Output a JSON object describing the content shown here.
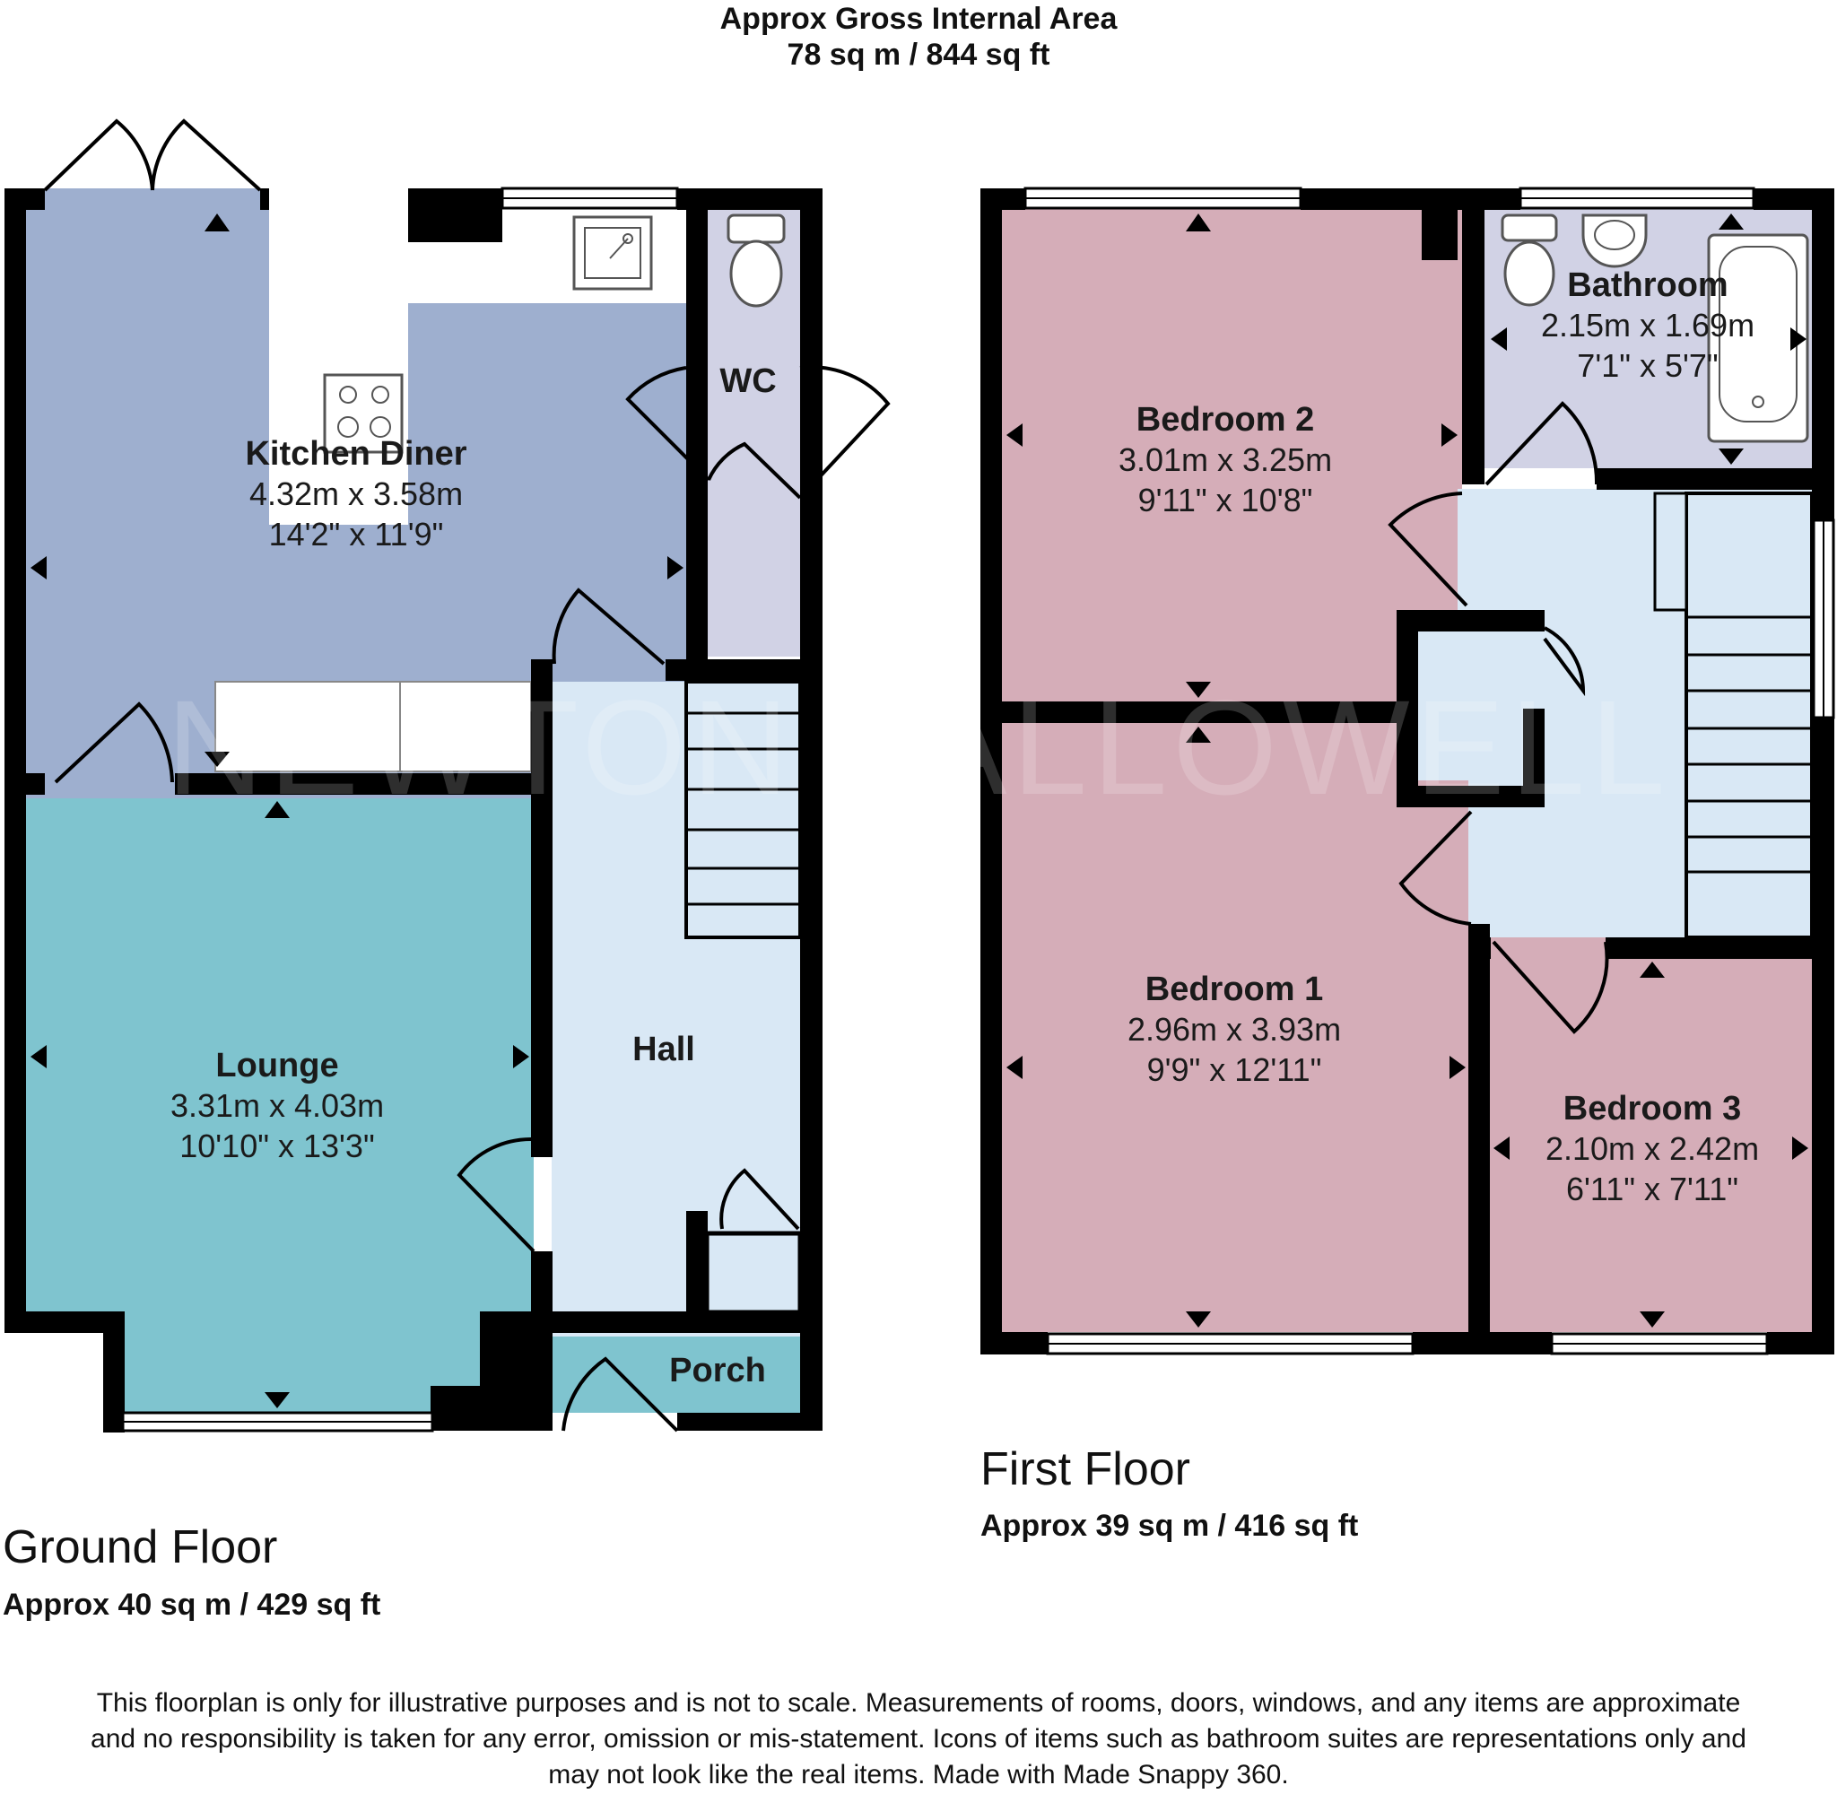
{
  "header": {
    "line1": "Approx Gross Internal Area",
    "line2": "78 sq m / 844 sq ft"
  },
  "ground_floor": {
    "label": "Ground Floor",
    "area": "Approx 40 sq m / 429 sq ft",
    "rooms": {
      "kitchen": {
        "name": "Kitchen Diner",
        "metric": "4.32m x 3.58m",
        "imperial": "14'2\" x 11'9\""
      },
      "wc": {
        "name": "WC"
      },
      "lounge": {
        "name": "Lounge",
        "metric": "3.31m x 4.03m",
        "imperial": "10'10\" x 13'3\""
      },
      "hall": {
        "name": "Hall"
      },
      "porch": {
        "name": "Porch"
      }
    }
  },
  "first_floor": {
    "label": "First Floor",
    "area": "Approx 39 sq m / 416 sq ft",
    "rooms": {
      "bedroom2": {
        "name": "Bedroom 2",
        "metric": "3.01m x 3.25m",
        "imperial": "9'11\" x 10'8\""
      },
      "bathroom": {
        "name": "Bathroom",
        "metric": "2.15m x 1.69m",
        "imperial": "7'1\" x 5'7\""
      },
      "bedroom1": {
        "name": "Bedroom 1",
        "metric": "2.96m x 3.93m",
        "imperial": "9'9\" x 12'11\""
      },
      "bedroom3": {
        "name": "Bedroom 3",
        "metric": "2.10m x 2.42m",
        "imperial": "6'11\" x 7'11\""
      }
    }
  },
  "watermark": "NEWTON FALLOWELL",
  "disclaimer": {
    "line1": "This floorplan is only for illustrative purposes and is not to scale. Measurements of rooms, doors, windows, and any items are approximate",
    "line2": "and no responsibility is taken for any error, omission or mis-statement. Icons of items such as bathroom suites are representations only and",
    "line3": "may not look like the real items. Made with Made Snappy 360."
  },
  "colors": {
    "kitchen": "#9eafcf",
    "lounge": "#7fc4cf",
    "hall": "#d9e8f5",
    "wc": "#d1d2e5",
    "bedroom": "#d5adb8",
    "landing": "#d9e8f5",
    "bathroom": "#d1d2e5",
    "wall": "#000000",
    "worktop": "#ffffff"
  }
}
